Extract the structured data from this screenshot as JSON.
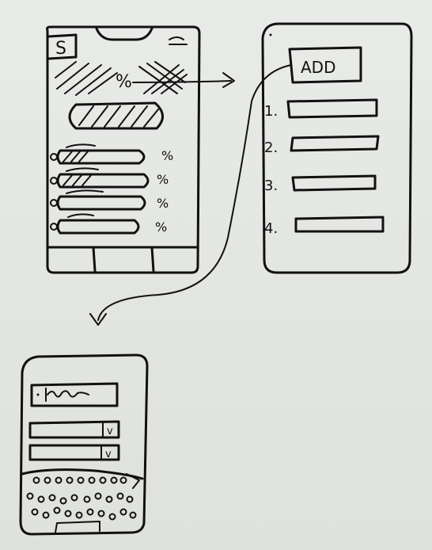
{
  "phone1": {
    "logo_letter": "S",
    "header_percent": "%",
    "rows": [
      {
        "percent": "%"
      },
      {
        "percent": "%"
      },
      {
        "percent": "%"
      },
      {
        "percent": "%"
      }
    ]
  },
  "phone2": {
    "add_label": "ADD",
    "items": [
      {
        "number": "1."
      },
      {
        "number": "2."
      },
      {
        "number": "3."
      },
      {
        "number": "4."
      }
    ]
  },
  "phone3": {
    "checkbox_mark": "v"
  },
  "icons": [
    "hamburger-menu-icon",
    "checkmark-icon",
    "arrow-right-icon",
    "arrow-down-icon"
  ]
}
